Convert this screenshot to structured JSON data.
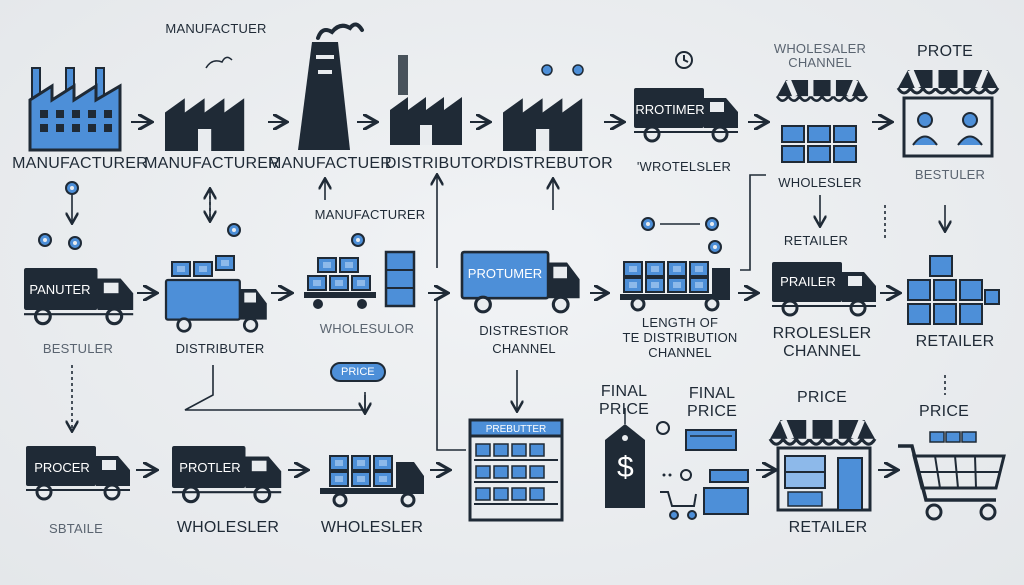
{
  "labels": {
    "title_top": "MANUFACTUER",
    "r1_manufacturer": "MANUFACTURER",
    "r1_manufacturer2": "MANUFACTURER",
    "r1_manufacturer3": "MANUFACTUER",
    "r1_distributor": "DISTRIBUTOR",
    "r1_distributor2": "'DISTREBUTOR",
    "r1_wholesaler": "'WROTELSLER",
    "r1_wholesaler_channel": "WHOLESALER CHANNEL",
    "r1_wholesler": "WHOLESLER",
    "r1_protee": "PROTE",
    "r1_bestuler": "BESTULER",
    "r2_manufacturer": "MANUFACTURER",
    "r2_retailer": "RETAILER",
    "r2_bestuler": "BESTULER",
    "r2_distributer": "DISTRIBUTER",
    "r2_wholesulor": "WHOLESULOR",
    "r2_distrestior": "DISTRESTIOR",
    "r2_channel": "CHANNEL",
    "r2_length_1": "LENGTH OF",
    "r2_length_2": "TE DISTRIBUTION",
    "r2_length_3": "CHANNEL",
    "r2_rrolesler": "RROLESLER",
    "r2_rrolesler_channel": "CHANNEL",
    "r3_final_price_1": "FINAL",
    "r3_final_price_1b": "PRICE",
    "r3_final_price_2": "FINAL",
    "r3_final_price_2b": "PRICE",
    "r3_price": "PRICE",
    "r3_price_right": "PRICE",
    "r3_sbtaile": "SBTAILE",
    "r3_wholesler": "WHOLESLER",
    "r3_wholesler2": "WHOLESLER",
    "r3_retailer": "RETAILER"
  },
  "truck_labels": {
    "rrotimer": "RROTIMER",
    "panuter": "PANUTER",
    "protumer": "PROTUMER",
    "prailer": "PRAILER",
    "procer": "PROCER",
    "protler": "PROTLER"
  },
  "badges": {
    "price": "PRICE",
    "prebutter": "PREBUTTER"
  },
  "icon_glyphs": {
    "dollar": "$"
  },
  "colors": {
    "dark": "#1f2a36",
    "blue": "#4d8fd8",
    "light_blue": "#8db9ea",
    "background": "#e9ecef"
  }
}
